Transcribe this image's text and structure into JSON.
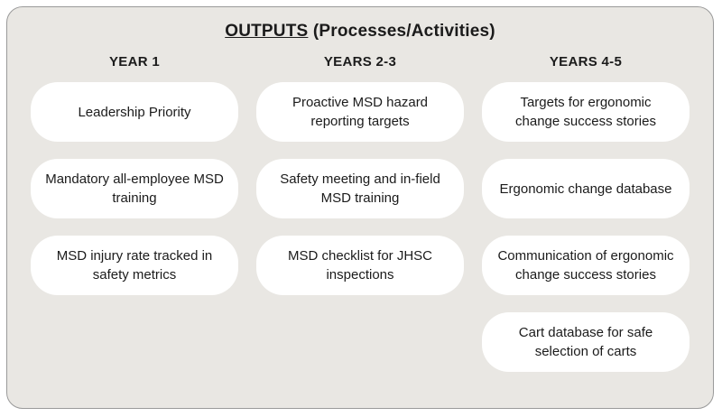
{
  "title": {
    "underlined": "OUTPUTS",
    "rest": " (Processes/Activities)"
  },
  "columns": [
    {
      "header": "YEAR 1",
      "items": [
        "Leadership Priority",
        "Mandatory all-employee MSD training",
        "MSD injury rate tracked in safety metrics"
      ]
    },
    {
      "header": "YEARS 2-3",
      "items": [
        "Proactive MSD hazard reporting targets",
        "Safety meeting and in-field MSD training",
        "MSD checklist for JHSC inspections"
      ]
    },
    {
      "header": "YEARS 4-5",
      "items": [
        "Targets for ergonomic change success stories",
        "Ergonomic change database",
        "Communication of ergonomic change success stories",
        "Cart database for safe selection of carts"
      ]
    }
  ],
  "colors": {
    "panel_bg": "#e9e7e3",
    "box_bg": "#ffffff",
    "text": "#1b1b1b",
    "border": "#9a9a9a"
  }
}
